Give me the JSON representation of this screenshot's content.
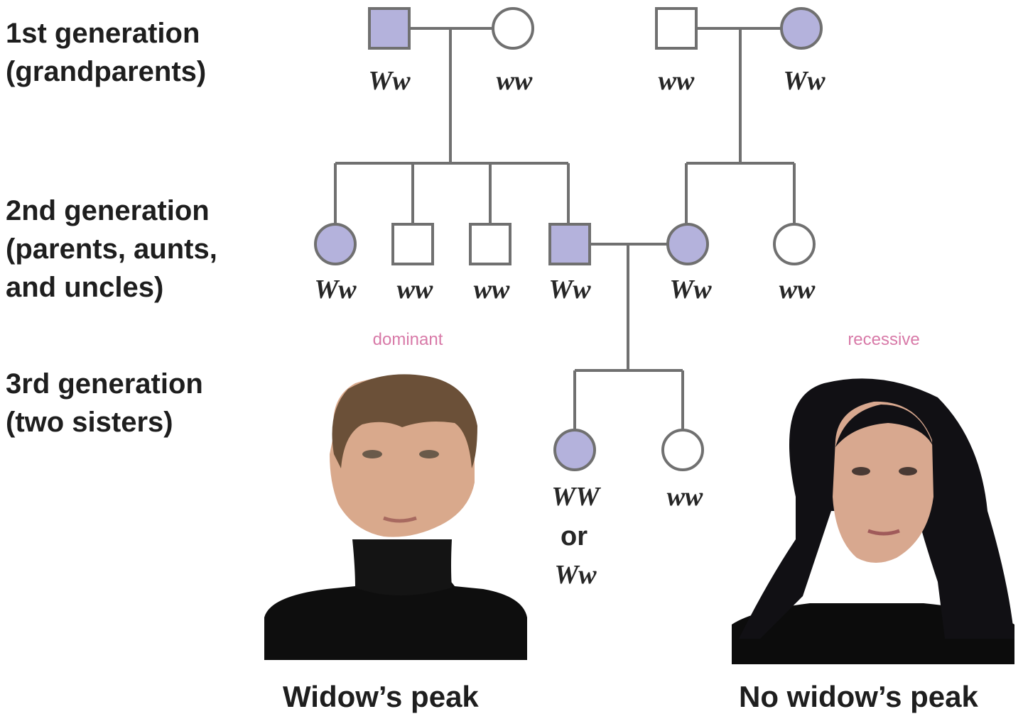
{
  "labels": {
    "gen1": [
      "1st generation",
      "(grandparents)"
    ],
    "gen2": [
      "2nd generation",
      "(parents, aunts,",
      "and uncles)"
    ],
    "gen3": [
      "3rd generation",
      "(two sisters)"
    ]
  },
  "genotypes": {
    "g1_grandfather_left": "Ww",
    "g1_grandmother_left": "ww",
    "g1_grandfather_right": "ww",
    "g1_grandmother_right": "Ww",
    "g2_aunt": "Ww",
    "g2_uncle_1": "ww",
    "g2_uncle_2": "ww",
    "g2_father": "Ww",
    "g2_mother": "Ww",
    "g2_aunt_right": "ww",
    "g3_sister_1_line1": "WW",
    "g3_sister_1_or": "or",
    "g3_sister_1_line2": "Ww",
    "g3_sister_2": "ww"
  },
  "faint_labels": {
    "dominant": "dominant",
    "recessive": "recessive"
  },
  "captions": {
    "left": "Widow’s peak",
    "right": "No widow’s peak"
  },
  "colors": {
    "affected_fill": "#b4b2dc",
    "unaffected_fill": "#ffffff",
    "line": "#707070"
  }
}
